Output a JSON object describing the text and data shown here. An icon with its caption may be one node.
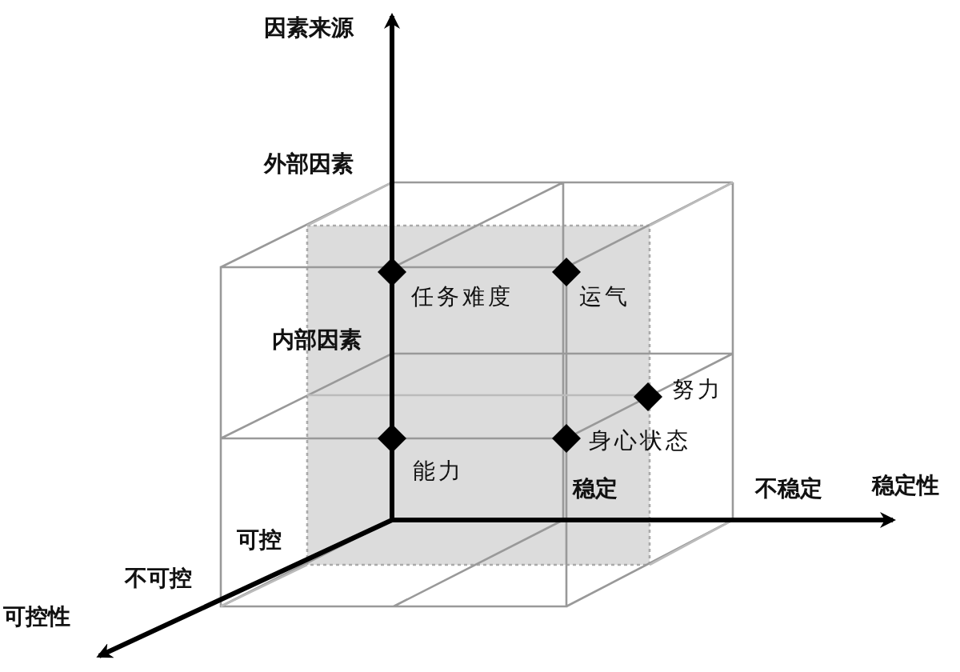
{
  "diagram": {
    "labels": [
      "因素来源",
      "外部因素",
      "任务难度",
      "运气",
      "内部因素",
      "努力",
      "身心状态",
      "能力",
      "稳定",
      "不稳定",
      "稳定性",
      "可控",
      "不可控",
      "可控性"
    ]
  }
}
